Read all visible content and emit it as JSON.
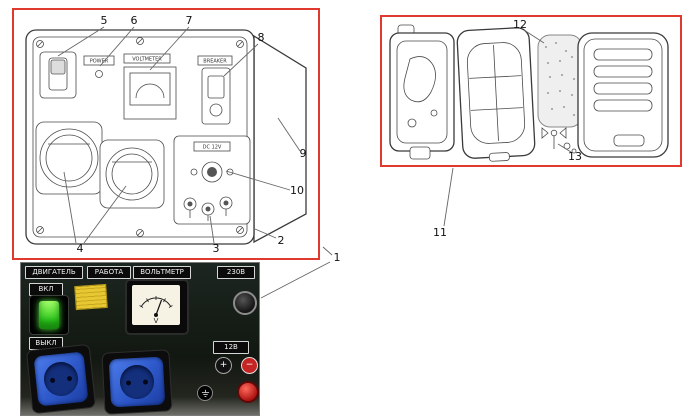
{
  "figure": {
    "callouts": {
      "n1": "1",
      "n2": "2",
      "n3": "3",
      "n4": "4",
      "n5": "5",
      "n6": "6",
      "n7": "7",
      "n8": "8",
      "n9": "9",
      "n10": "10",
      "n11": "11",
      "n12": "12",
      "n13": "13"
    }
  },
  "left_diagram": {
    "power_label": "POWER",
    "voltmeter_label": "VOLTMETER",
    "breaker_label": "BREAKER",
    "dc_label": "DC 12V"
  },
  "photo_panel": {
    "engine_label": "ДВИГАТЕЛЬ",
    "run_label": "РАБОТА",
    "voltmeter_label": "ВОЛЬТМЕТР",
    "outlet_label": "230В",
    "on_label": "ВКЛ",
    "off_label": "ВЫКЛ",
    "dc_label": "12В",
    "plus": "+",
    "minus": "−",
    "volt_unit": "V"
  },
  "colors": {
    "highlight_red": "#e03a2f",
    "socket_blue": "#2d57c8",
    "indicator_green": "#35e02a",
    "sticker_yellow": "#e8c832"
  }
}
